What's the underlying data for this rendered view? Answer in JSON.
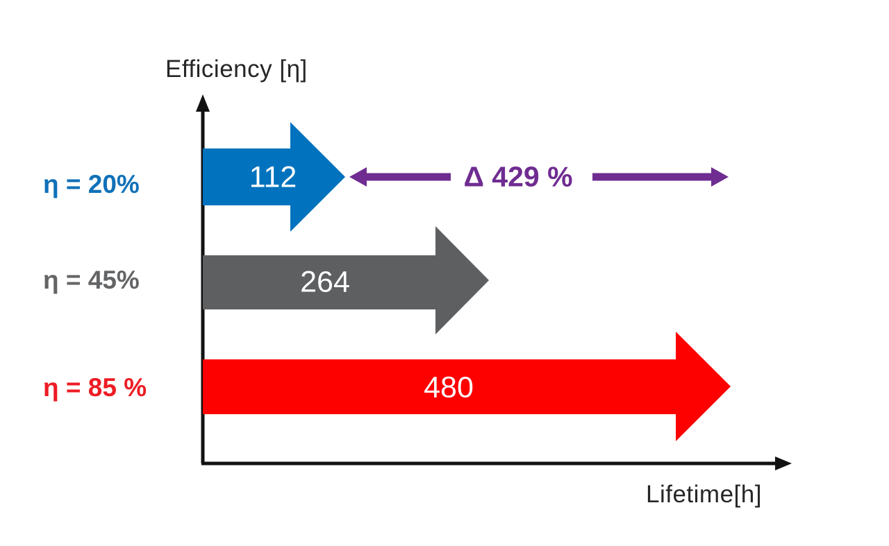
{
  "chart_data": {
    "type": "bar",
    "orientation": "horizontal",
    "bar_style": "fat-arrow",
    "title": "",
    "xlabel": "Lifetime[h]",
    "ylabel": "Efficiency [η]",
    "categories": [
      "η = 20%",
      "η = 45%",
      "η = 85 %"
    ],
    "values": [
      112,
      264,
      480
    ],
    "rows": [
      {
        "label": "η = 20%",
        "value": 112,
        "arrow_color": "#0072be",
        "label_color": "#1071b8"
      },
      {
        "label": "η = 45%",
        "value": 264,
        "arrow_color": "#5e5f61",
        "label_color": "#636466"
      },
      {
        "label": "η = 85 %",
        "value": 480,
        "arrow_color": "#fd0101",
        "label_color": "#ed1c24"
      }
    ],
    "annotation": {
      "text": "Δ 429 %",
      "color": "#6f2c91"
    },
    "axis_color": "#121212",
    "grid": false,
    "legend": false
  }
}
